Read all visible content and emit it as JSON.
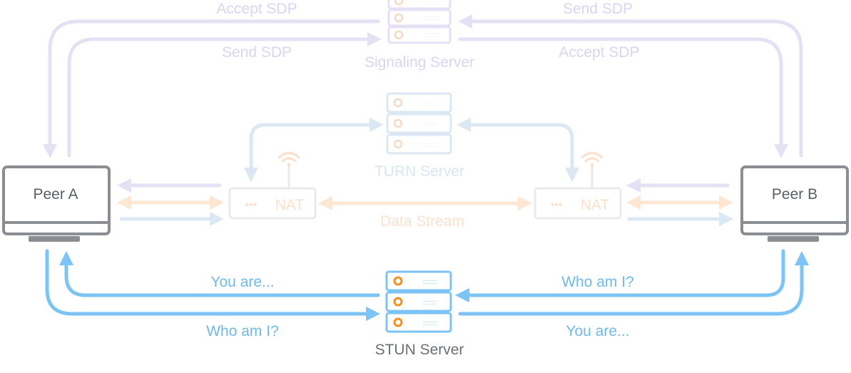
{
  "signaling": {
    "server_label": "Signaling Server",
    "left_top": "Accept SDP",
    "left_bottom": "Send SDP",
    "right_top": "Send SDP",
    "right_bottom": "Accept SDP"
  },
  "turn": {
    "server_label": "TURN Server",
    "data_stream_label": "Data Stream"
  },
  "nat_left": {
    "label": "NAT",
    "dots": "•••"
  },
  "nat_right": {
    "label": "NAT",
    "dots": "•••"
  },
  "peer_a": {
    "label": "Peer A"
  },
  "peer_b": {
    "label": "Peer B"
  },
  "stun": {
    "server_label": "STUN Server",
    "left_top": "You are...",
    "left_bottom": "Who am I?",
    "right_top": "Who am I?",
    "right_bottom": "You are..."
  },
  "colors": {
    "signaling": "#e6e0f4",
    "turn": "#dbe8f4",
    "data_stream": "#fde6d2",
    "stun": "#7cc4f5",
    "peer": "#8a8d92",
    "orange": "#f5901e"
  }
}
